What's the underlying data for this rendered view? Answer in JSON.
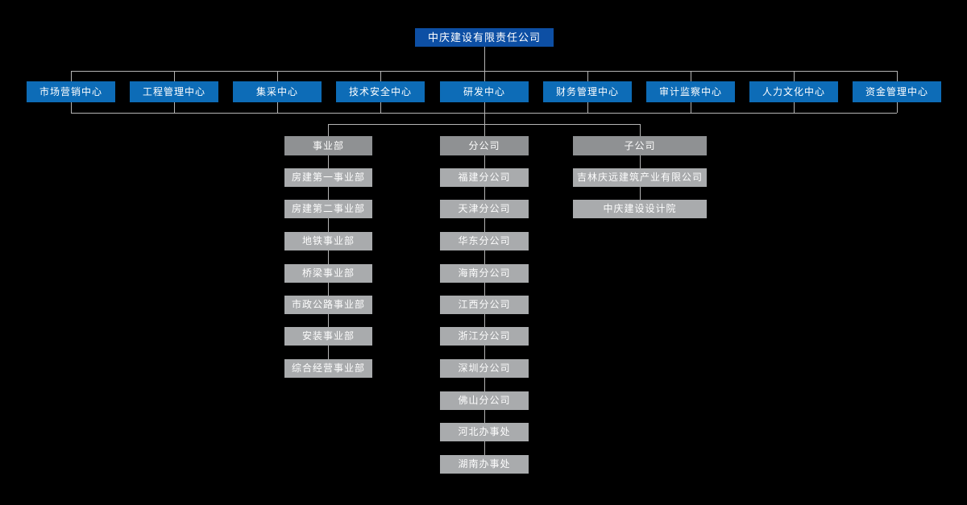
{
  "chart_title": "",
  "root": {
    "label": "中庆建设有限责任公司"
  },
  "centers": [
    {
      "label": "市场营销中心"
    },
    {
      "label": "工程管理中心"
    },
    {
      "label": "集采中心"
    },
    {
      "label": "技术安全中心"
    },
    {
      "label": "研发中心"
    },
    {
      "label": "财务管理中心"
    },
    {
      "label": "审计监察中心"
    },
    {
      "label": "人力文化中心"
    },
    {
      "label": "资金管理中心"
    }
  ],
  "groups": [
    {
      "label": "事业部",
      "items": [
        "房建第一事业部",
        "房建第二事业部",
        "地铁事业部",
        "桥梁事业部",
        "市政公路事业部",
        "安装事业部",
        "综合经营事业部"
      ]
    },
    {
      "label": "分公司",
      "items": [
        "福建分公司",
        "天津分公司",
        "华东分公司",
        "海南分公司",
        "江西分公司",
        "浙江分公司",
        "深圳分公司",
        "佛山分公司",
        "河北办事处",
        "湖南办事处"
      ]
    },
    {
      "label": "子公司",
      "items": [
        "吉林庆远建筑产业有限公司",
        "中庆建设设计院"
      ]
    }
  ],
  "colors": {
    "background": "#000000",
    "root_box": "#0d4fa4",
    "center_box": "#0d6cb7",
    "group_header_box": "#8f9193",
    "item_box": "#a9abad",
    "connector": "#b4b4b4",
    "text": "#ffffff"
  }
}
